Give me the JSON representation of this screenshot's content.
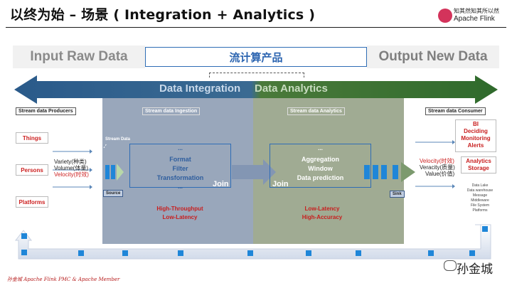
{
  "header": {
    "title": "以终为始 – 场景 ( Integration + Analytics )",
    "logo_cn": "知其然知其所以然",
    "logo_en": "Apache Flink"
  },
  "top_row": {
    "left": "Input Raw Data",
    "center": "流计算产品",
    "right": "Output New Data"
  },
  "band": {
    "left_label": "Data Integration",
    "right_label": "Data Analytics",
    "left_color": "#2f5e8e",
    "right_color": "#4e7a35"
  },
  "producers": {
    "title": "Stream data Producers",
    "items": [
      "Things",
      "Persons",
      "Platforms"
    ],
    "vvv": [
      "Variety(种类)",
      "Volume(体量)",
      "Velocity(时效)"
    ]
  },
  "ingestion": {
    "title": "Stream data  Ingestion",
    "stream_data": "Stream Data",
    "source": "Source",
    "ops_top": "...",
    "ops": [
      "Format",
      "Filter",
      "Transformation"
    ],
    "ops_bottom": "...",
    "join": "Join",
    "perf": [
      "High-Throughput",
      "Low-Latency"
    ]
  },
  "analytics": {
    "title": "Stream data  Analytics",
    "ops_top": "...",
    "ops": [
      "Aggregation",
      "Window",
      "Data prediction"
    ],
    "join": "Join",
    "sink": "Sink",
    "perf": [
      "Low-Latency",
      "High-Accuracy"
    ]
  },
  "consumer": {
    "title": "Stream data Consumer",
    "bi": [
      "BI",
      "Deciding",
      "Monitoring",
      "Alerts"
    ],
    "storage": [
      "Analytics",
      "Storage"
    ],
    "vvv": [
      "Velocity(时效)",
      "Veracity(质量)",
      "Value(价值)"
    ],
    "stores": [
      "Data Lake",
      "Data warehouse",
      "Message",
      "Middleware",
      "File System",
      "Platforms"
    ]
  },
  "footer": {
    "left": "孙金城 Apache Flink PMC & Apache Member",
    "right": "孙金城"
  },
  "colors": {
    "accent_blue": "#2f6db5",
    "red": "#cc1f1f",
    "ingest_panel": "#99a7bb",
    "analytics_panel": "#a0ab93"
  }
}
